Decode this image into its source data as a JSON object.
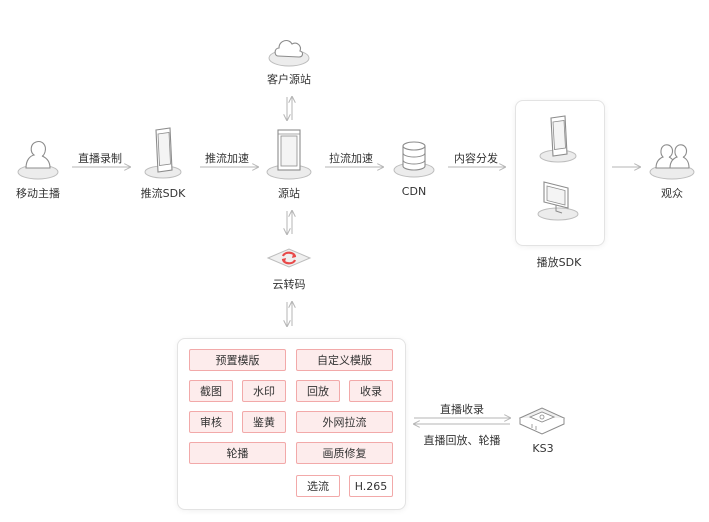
{
  "nodes": {
    "anchor": "移动主播",
    "push_sdk": "推流SDK",
    "origin": "源站",
    "customer_origin": "客户源站",
    "cdn": "CDN",
    "player_sdk": "播放SDK",
    "audience": "观众",
    "transcode": "云转码",
    "ks3": "KS3"
  },
  "edges": {
    "live_record": "直播录制",
    "push_accel": "推流加速",
    "pull_accel": "拉流加速",
    "content_dist": "内容分发",
    "live_collect": "直播收录",
    "live_replay": "直播回放、轮播"
  },
  "features": {
    "preset_template": "预置模版",
    "custom_template": "自定义模版",
    "screenshot": "截图",
    "watermark": "水印",
    "replay": "回放",
    "record": "收录",
    "review": "审核",
    "porn_detect": "鉴黄",
    "external_pull": "外网拉流",
    "carousel": "轮播",
    "quality_repair": "画质修复",
    "select_stream": "选流",
    "h265": "H.265"
  },
  "colors": {
    "accent": "#e84a4a",
    "feature_fill": "#fdecec",
    "feature_border": "#f2a9a9",
    "line": "#b5b5b5",
    "icon_stroke": "#8c8c8c"
  }
}
